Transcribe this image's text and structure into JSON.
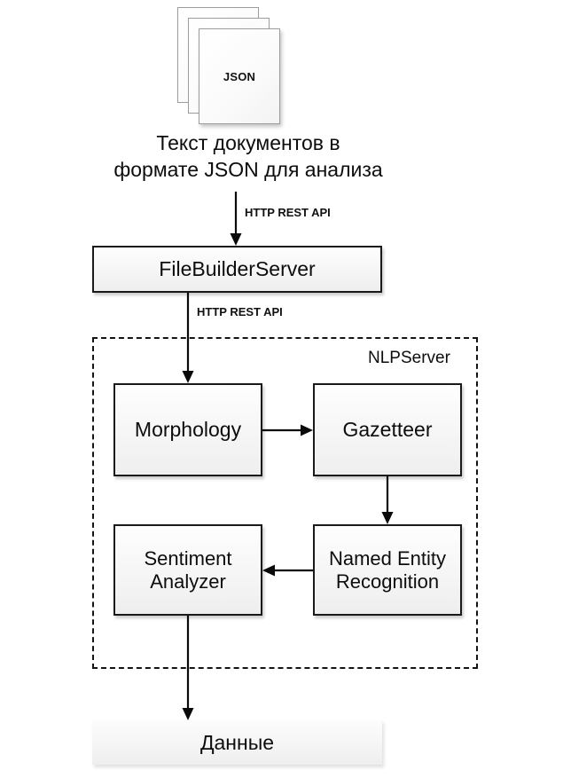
{
  "diagram": {
    "title_caption": "Текст документов в\nформате JSON для анализа",
    "caption_line_1": "Текст документов в",
    "caption_line_2": "формате JSON для анализа",
    "source": {
      "label": "JSON",
      "icon": "document-stack-icon",
      "sheet_count": 3
    },
    "edges": [
      {
        "id": "edge-json-to-fbs",
        "label": "HTTP REST API",
        "from": "document-stack",
        "to": "FileBuilderServer"
      },
      {
        "id": "edge-fbs-to-morphology",
        "label": "HTTP REST API",
        "from": "FileBuilderServer",
        "to": "Morphology"
      },
      {
        "id": "edge-morphology-to-gazetteer",
        "label": "",
        "from": "Morphology",
        "to": "Gazetteer"
      },
      {
        "id": "edge-gazetteer-to-ner",
        "label": "",
        "from": "Gazetteer",
        "to": "Named Entity Recognition"
      },
      {
        "id": "edge-ner-to-sentiment",
        "label": "",
        "from": "Named Entity Recognition",
        "to": "Sentiment Analyzer"
      },
      {
        "id": "edge-sentiment-to-data",
        "label": "",
        "from": "Sentiment Analyzer",
        "to": "Данные"
      }
    ],
    "nodes": {
      "file_builder_server": "FileBuilderServer",
      "morphology": "Morphology",
      "gazetteer": "Gazetteer",
      "sentiment_analyzer_line_1": "Sentiment",
      "sentiment_analyzer_line_2": "Analyzer",
      "named_entity_recognition_line_1": "Named Entity",
      "named_entity_recognition_line_2": "Recognition",
      "output_data": "Данные"
    },
    "group": {
      "label": "NLPServer",
      "style": "dashed"
    },
    "colors": {
      "stroke": "#0a0a0a",
      "box_fill_top": "#fefefe",
      "box_fill_bottom": "#eeeeee",
      "text": "#0d0d0d",
      "sheet_border": "#9c9c9c",
      "background": "#ffffff"
    }
  }
}
